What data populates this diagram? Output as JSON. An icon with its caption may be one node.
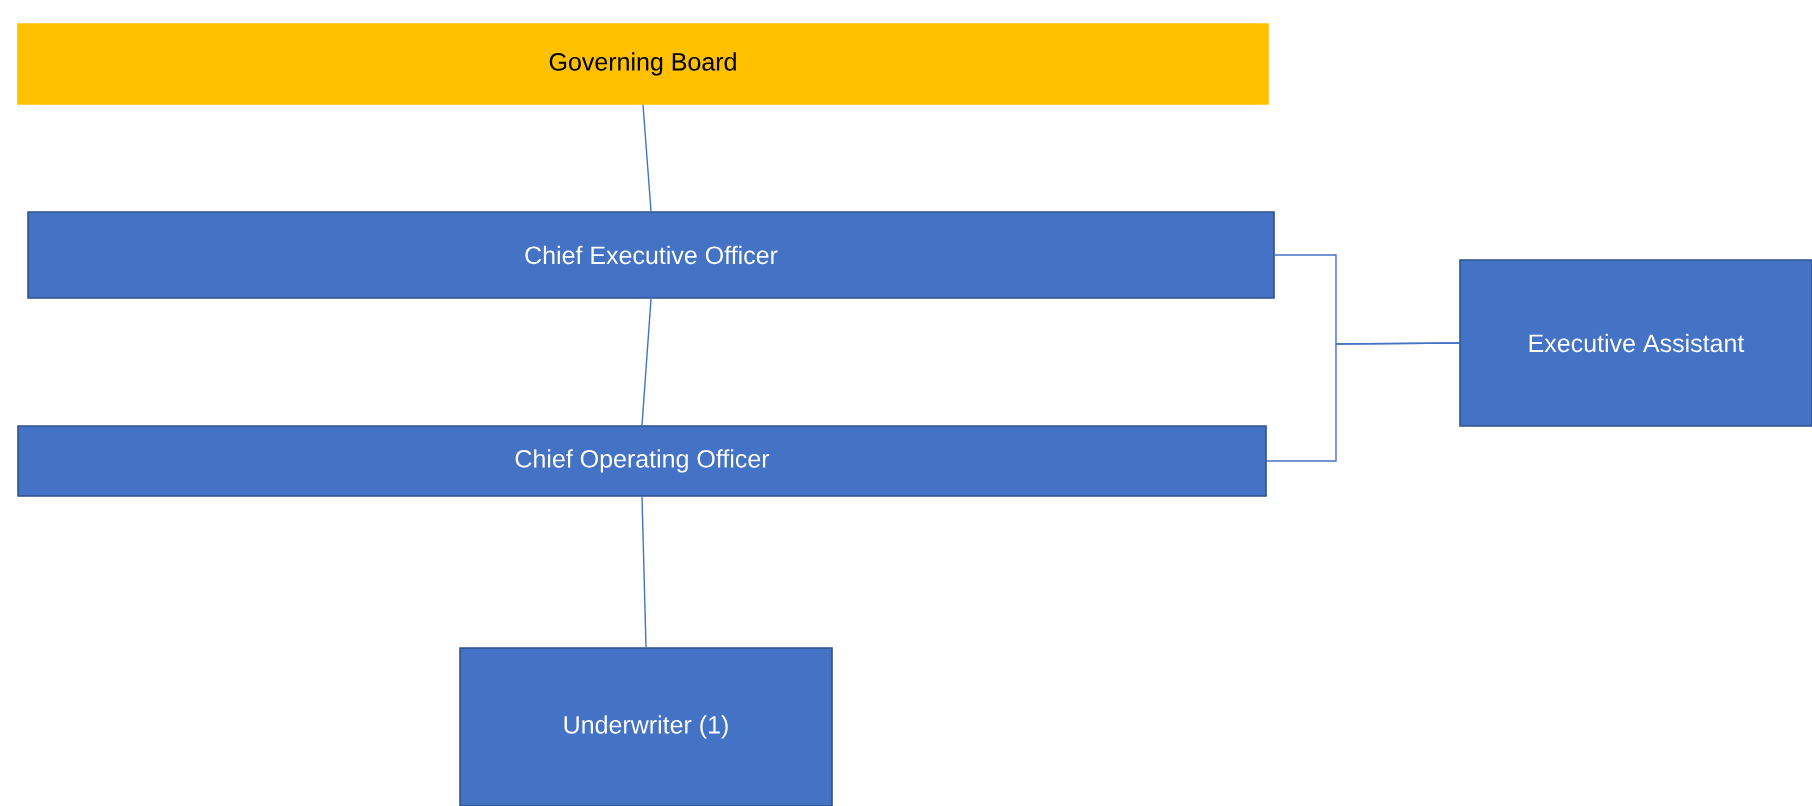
{
  "diagram": {
    "nodes": [
      {
        "text": [
          "Governing Board"
        ]
      },
      {
        "text": [
          "Chief Executive Officer"
        ]
      },
      {
        "text": [
          "Chief Operating Officer"
        ]
      },
      {
        "text": [
          "Executive Assistant"
        ]
      },
      {
        "text": [
          "Underwriter (1)"
        ]
      }
    ],
    "edges": [
      {
        "from": 0,
        "to": 1,
        "arrow": "none"
      },
      {
        "from": 1,
        "to": 2,
        "arrow": "none"
      },
      {
        "from": 2,
        "to": 4,
        "arrow": "none"
      },
      {
        "from": 3,
        "to": 1,
        "arrow": "none"
      },
      {
        "from": 3,
        "to": 2,
        "arrow": "none"
      }
    ]
  }
}
